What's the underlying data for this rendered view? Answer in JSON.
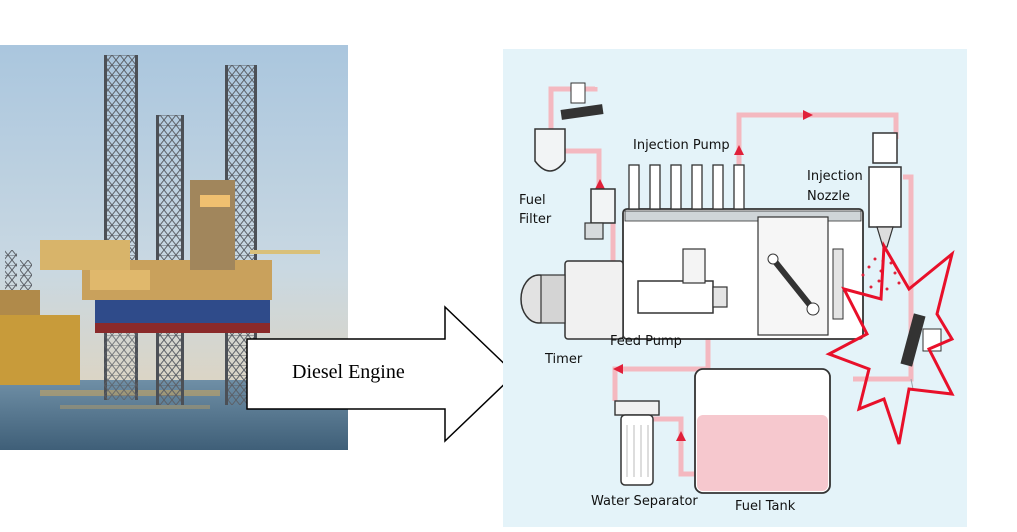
{
  "arrow": {
    "label": "Diesel Engine"
  },
  "diagram": {
    "labels": {
      "injection_pump": "Injection Pump",
      "injection_nozzle_1": "Injection",
      "injection_nozzle_2": "Nozzle",
      "fuel_filter_1": "Fuel",
      "fuel_filter_2": "Filter",
      "feed_pump": "Feed Pump",
      "timer": "Timer",
      "water_separator": "Water Separator",
      "fuel_tank": "Fuel Tank"
    },
    "colors": {
      "background": "#e4f3f9",
      "fuel_line": "#f4b8c0",
      "fuel_arrow": "#e0203a",
      "burst": "#e8102a"
    }
  },
  "photo": {
    "subject": "offshore-jackup-oil-rig"
  }
}
